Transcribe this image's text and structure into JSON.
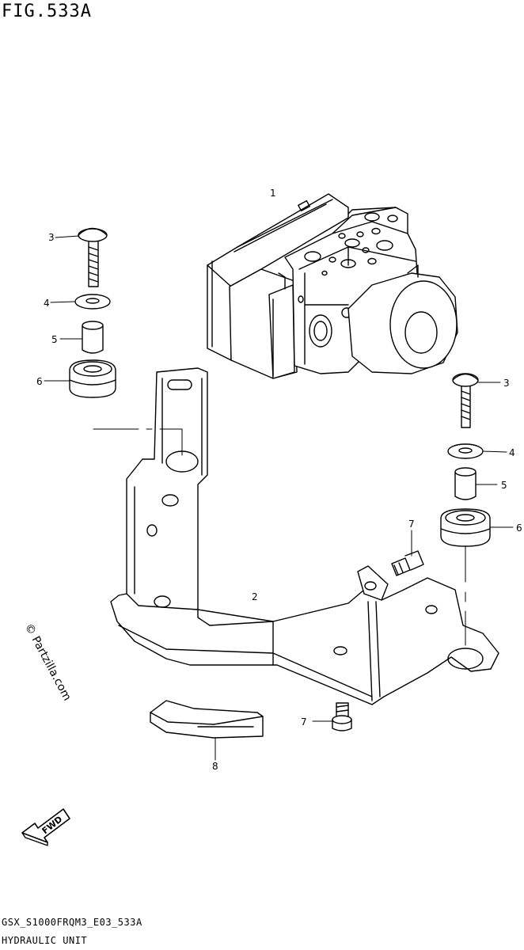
{
  "figure": {
    "title": "FIG.533A",
    "code": "GSX_S1000FRQM3_E03_533A",
    "name": "HYDRAULIC UNIT",
    "watermark": "© Partzilla.com",
    "fwd_label": "FWD"
  },
  "callouts": {
    "part_1": "1",
    "part_2": "2",
    "part_3_left": "3",
    "part_3_right": "3",
    "part_4_left": "4",
    "part_4_right": "4",
    "part_5_left": "5",
    "part_5_right": "5",
    "part_6_left": "6",
    "part_6_right": "6",
    "part_7_upper": "7",
    "part_7_lower": "7",
    "part_8": "8"
  }
}
